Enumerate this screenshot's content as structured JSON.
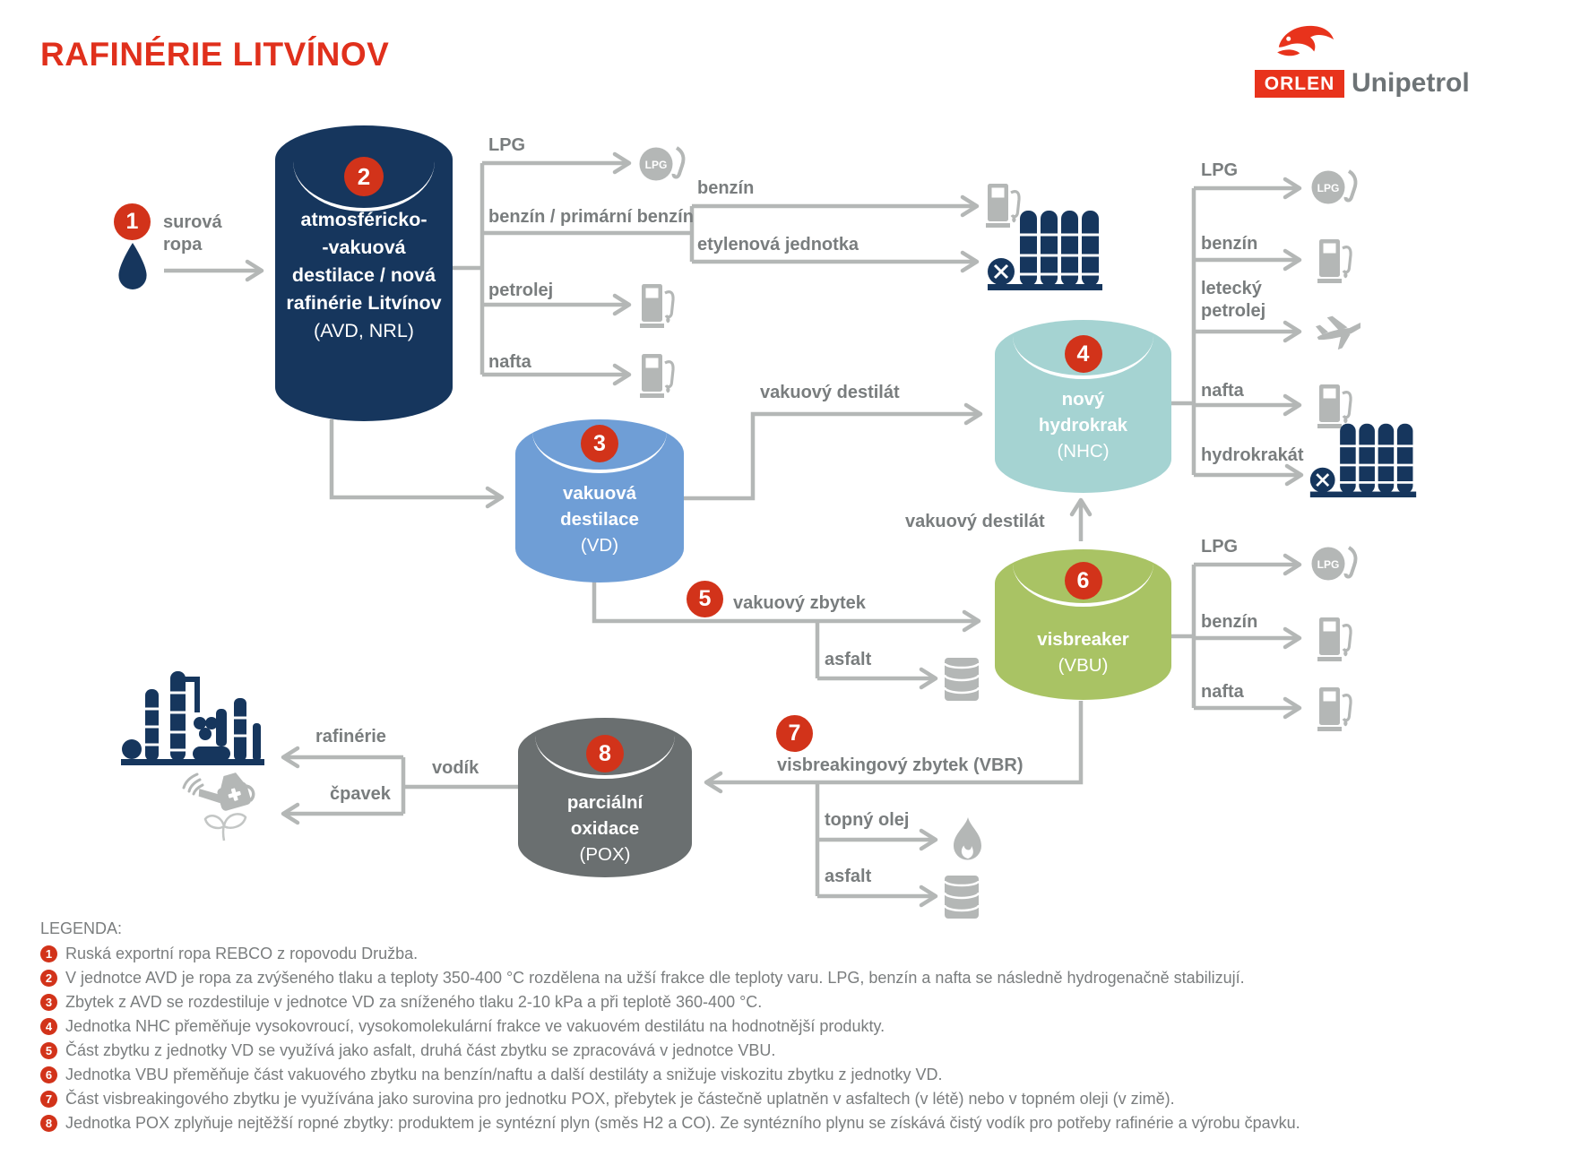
{
  "title": "RAFINÉRIE LITVÍNOV",
  "logo": {
    "orlen": "ORLEN",
    "unipetrol": "Unipetrol"
  },
  "colors": {
    "red": "#d2331a",
    "title_red": "#e0301c",
    "navy": "#16365d",
    "vd_blue": "#6f9ed6",
    "nhc_teal": "#a5d3d2",
    "vbu_green": "#a9c364",
    "pox_gray": "#6a6f70",
    "line_gray": "#b4b7b6",
    "label_gray": "#797d7e"
  },
  "badges": {
    "b1": "1",
    "b5": "5",
    "b7": "7"
  },
  "nodes": {
    "avd": {
      "number": "2",
      "line1": "atmosféricko-",
      "line2": "-vakuová",
      "line3": "destilace / nová",
      "line4": "rafinérie Litvínov",
      "line5": "(AVD, NRL)"
    },
    "vd": {
      "number": "3",
      "line1": "vakuová",
      "line2": "destilace",
      "line3": "(VD)"
    },
    "nhc": {
      "number": "4",
      "line1": "nový",
      "line2": "hydrokrak",
      "line3": "(NHC)"
    },
    "vbu": {
      "number": "6",
      "line1": "visbreaker",
      "line2": "(VBU)"
    },
    "pox": {
      "number": "8",
      "line1": "parciální",
      "line2": "oxidace",
      "line3": "(POX)"
    }
  },
  "streams": {
    "surova_ropa": "surová\nropa",
    "lpg_avd": "LPG",
    "benzin_primarni": "benzín / primární benzín",
    "benzin_avd": "benzín",
    "etylenova_jednotka": "etylenová jednotka",
    "petrolej": "petrolej",
    "nafta_avd": "nafta",
    "vakuovy_destilat_vd": "vakuový destilát",
    "vakuovy_destilat_vbu": "vakuový destilát",
    "vakuovy_zbytek": "vakuový zbytek",
    "asfalt_vd": "asfalt",
    "lpg_nhc": "LPG",
    "benzin_nhc": "benzín",
    "letecky_petrolej": "letecký\npetrolej",
    "nafta_nhc": "nafta",
    "hydrokrakat": "hydrokrakát",
    "lpg_vbu": "LPG",
    "benzin_vbu": "benzín",
    "nafta_vbu": "nafta",
    "visbreakingovy_zbytek": "visbreakingový zbytek (VBR)",
    "topny_olej": "topný olej",
    "asfalt_vbr": "asfalt",
    "vodik": "vodík",
    "rafinerie": "rafinérie",
    "cpavek": "čpavek"
  },
  "icons": {
    "lpg_label": "LPG"
  },
  "legend": {
    "heading": "LEGENDA:",
    "items": [
      {
        "num": "1",
        "text": "Ruská exportní ropa REBCO z ropovodu Družba."
      },
      {
        "num": "2",
        "text": "V jednotce AVD je ropa za zvýšeného tlaku a teploty 350-400 °C rozdělena na užší frakce dle teploty varu. LPG, benzín a nafta se následně hydrogenačně stabilizují."
      },
      {
        "num": "3",
        "text": "Zbytek z AVD se rozdestiluje v jednotce VD za sníženého tlaku 2-10 kPa a při teplotě 360-400 °C."
      },
      {
        "num": "4",
        "text": "Jednotka NHC přeměňuje vysokovroucí, vysokomolekulární frakce ve vakuovém destilátu na hodnotnější produkty."
      },
      {
        "num": "5",
        "text": "Část zbytku z jednotky VD se využívá jako asfalt, druhá část zbytku se zpracovává v jednotce VBU."
      },
      {
        "num": "6",
        "text": "Jednotka VBU přeměňuje část vakuového zbytku na benzín/naftu a další destiláty a snižuje viskozitu zbytku z jednotky VD."
      },
      {
        "num": "7",
        "text": "Část visbreakingového zbytku je využívána jako surovina pro jednotku POX, přebytek je částečně uplatněn v asfaltech (v létě) nebo v topném oleji (v zimě)."
      },
      {
        "num": "8",
        "text": "Jednotka POX zplyňuje nejtěžší ropné zbytky: produktem je syntézní plyn (směs H2 a CO). Ze syntézního plynu se získává čistý vodík pro potřeby rafinérie a výrobu čpavku."
      }
    ]
  }
}
